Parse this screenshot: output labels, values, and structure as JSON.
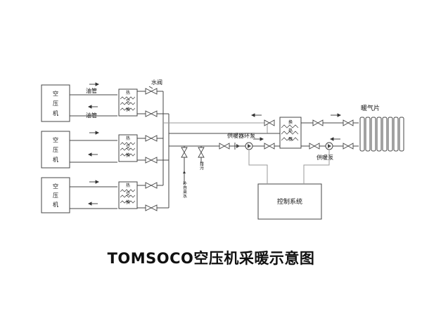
{
  "caption": "TOMSOCO空压机采暖示意图",
  "compressor_label": "空压机",
  "labels": {
    "oil_pipe": "油管",
    "water_valve": "水阀",
    "heat_exchanger_small": "热交换器",
    "supply_circ_pump": "供暖器环泵",
    "heat_exchanger_main": "换热器",
    "supply_pump": "供暖泵",
    "radiator": "暖气片",
    "control_system": "控制系统",
    "makeup_water": "补自来水",
    "drain": "排污"
  }
}
